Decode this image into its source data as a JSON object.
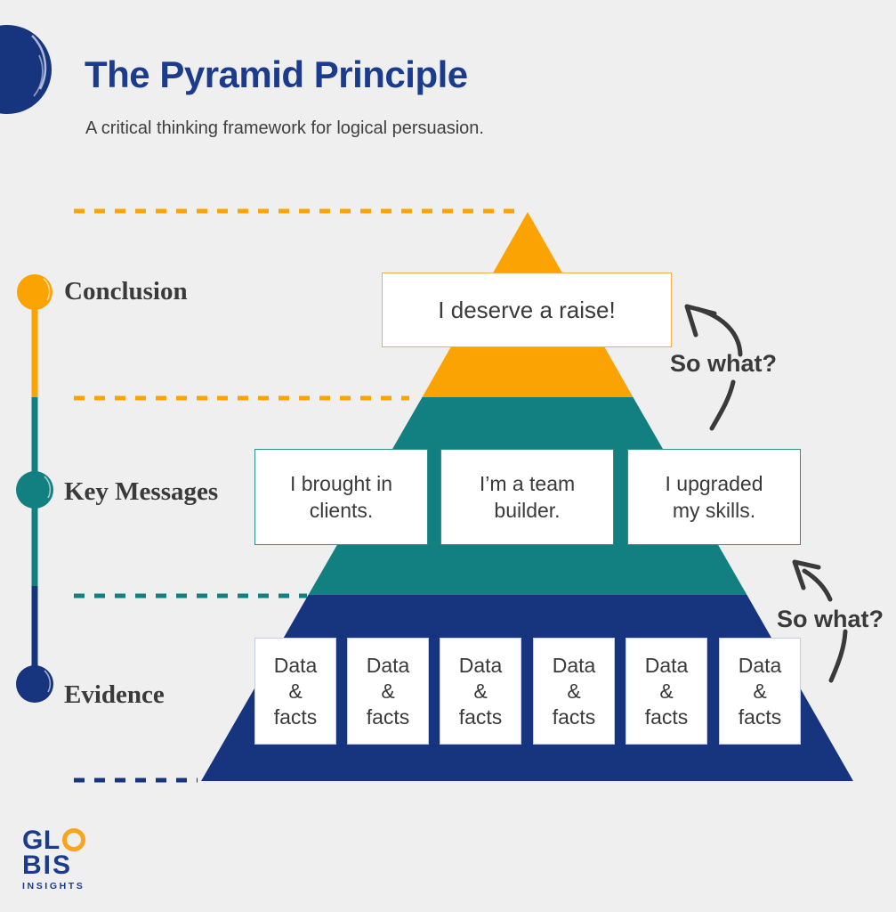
{
  "colors": {
    "background": "#EFEFF0",
    "orange": "#FBA302",
    "teal": "#128080",
    "navy": "#17357E",
    "title_navy": "#1B3C8C",
    "text_dark": "#3A3A3A",
    "data_box_border": "#C4CCDF",
    "arrow": "#3A3A3A"
  },
  "header": {
    "title": "The Pyramid Principle",
    "subtitle": "A critical thinking framework for logical persuasion."
  },
  "pyramid": {
    "levels": [
      {
        "label": "Conclusion",
        "color": "#FBA302"
      },
      {
        "label": "Key Messages",
        "color": "#128080"
      },
      {
        "label": "Evidence",
        "color": "#17357E"
      }
    ],
    "conclusion_box": "I deserve a raise!",
    "key_message_boxes": [
      "I brought in\nclients.",
      "I’m a team\nbuilder.",
      "I upgraded\nmy skills."
    ],
    "evidence_boxes": [
      "Data\n&\nfacts",
      "Data\n&\nfacts",
      "Data\n&\nfacts",
      "Data\n&\nfacts",
      "Data\n&\nfacts",
      "Data\n&\nfacts"
    ]
  },
  "annotations": {
    "so_what_top": "So what?",
    "so_what_bottom": "So what?"
  },
  "logo": {
    "prefix": "GL",
    "line2": "BIS",
    "line3": "INSIGHTS"
  }
}
